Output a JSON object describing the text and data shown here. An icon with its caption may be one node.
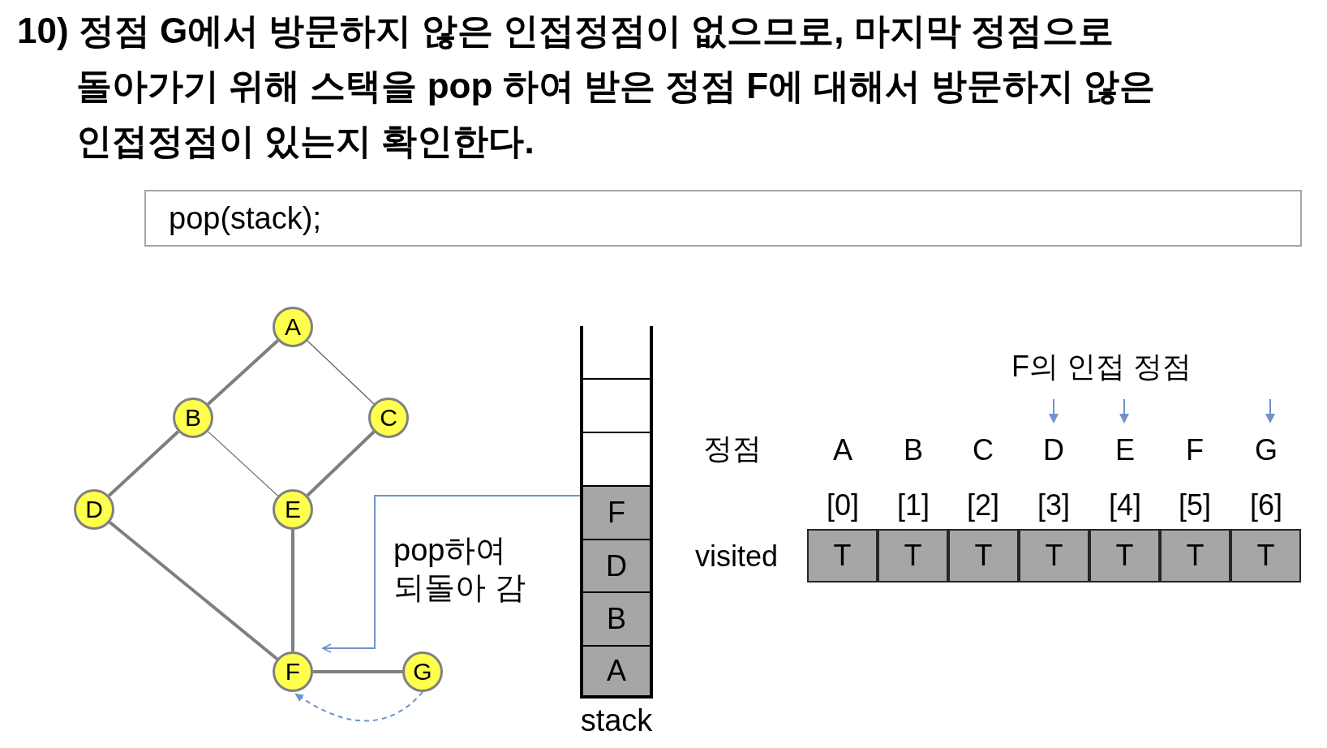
{
  "diagram": {
    "title": "10) 정점 G에서 방문하지 않은 인접정점이 없으므로, 마지막 정점으로 돌아가기 위해 스택을 pop 하여 받은 정점 F에 대해서 방문하지 않은 인접정점이 있는지 확인한다.",
    "nodes": [
      {
        "text": [
          "A"
        ]
      },
      {
        "text": [
          "B"
        ]
      },
      {
        "text": [
          "C"
        ]
      },
      {
        "text": [
          "D"
        ]
      },
      {
        "text": [
          "E"
        ]
      },
      {
        "text": [
          "F"
        ]
      },
      {
        "text": [
          "G"
        ]
      },
      {
        "text": [
          "pop(stack);"
        ]
      },
      {
        "text": [],
        "shape": "box",
        "beside": [
          "stack"
        ]
      },
      {
        "text": [],
        "shape": "box",
        "in": 8
      },
      {
        "text": [],
        "shape": "box",
        "in": 8
      },
      {
        "text": [
          "F"
        ],
        "in": 8
      },
      {
        "text": [
          "D"
        ],
        "in": 8
      },
      {
        "text": [
          "B"
        ],
        "in": 8
      },
      {
        "text": [
          "A"
        ],
        "in": 8
      },
      {
        "text": [
          "T"
        ]
      },
      {
        "text": [
          "T"
        ]
      },
      {
        "text": [
          "T"
        ]
      },
      {
        "text": [
          "T"
        ]
      },
      {
        "text": [
          "T"
        ]
      },
      {
        "text": [
          "T"
        ]
      },
      {
        "text": [
          "T"
        ]
      }
    ],
    "edges": [
      {
        "from": 0,
        "to": 1,
        "arrow": "none"
      },
      {
        "from": 0,
        "to": 2,
        "arrow": "none",
        "color": "#5f5f5f"
      },
      {
        "from": 1,
        "to": 3,
        "arrow": "none"
      },
      {
        "from": 1,
        "to": 4,
        "arrow": "none",
        "color": "#5f5f5f"
      },
      {
        "from": 2,
        "to": 4,
        "arrow": "none"
      },
      {
        "from": 3,
        "to": 5,
        "arrow": "none"
      },
      {
        "from": 4,
        "to": 5,
        "arrow": "none"
      },
      {
        "from": 5,
        "to": 6,
        "arrow": "none"
      },
      {
        "from": 11,
        "to": 5,
        "arrow": "to",
        "label": "pop하여 되돌아 감",
        "color": "#6f93c9"
      },
      {
        "from": 6,
        "to": 5,
        "arrow": "to",
        "style": "dashed",
        "color": "#6f93c9"
      }
    ],
    "labels": [
      "F의 인접 정점",
      "정점",
      "A",
      "B",
      "C",
      "D",
      "E",
      "F",
      "G",
      "[0]",
      "[1]",
      "[2]",
      "[3]",
      "[4]",
      "[5]",
      "[6]",
      "visited"
    ]
  }
}
